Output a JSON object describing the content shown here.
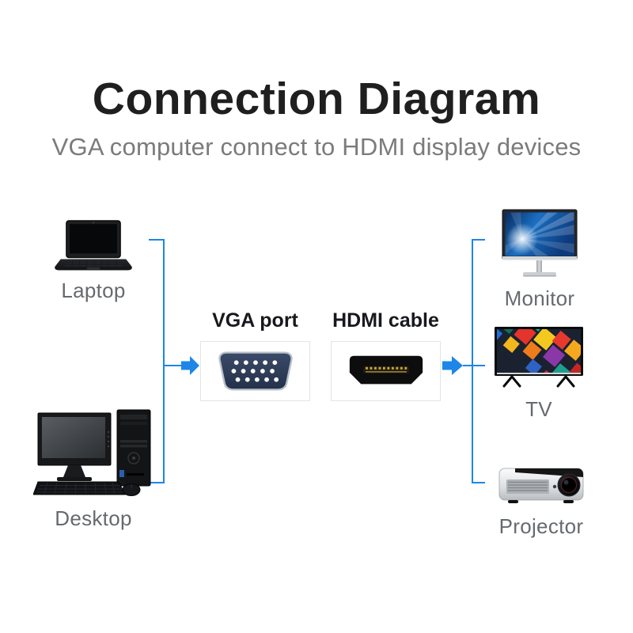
{
  "header": {
    "title": "Connection Diagram",
    "subtitle": "VGA computer connect to HDMI display devices"
  },
  "sources": [
    {
      "label": "Laptop",
      "icon": "laptop-icon"
    },
    {
      "label": "Desktop",
      "icon": "desktop-icon"
    }
  ],
  "connectors": [
    {
      "label": "VGA port",
      "icon": "vga-port-icon"
    },
    {
      "label": "HDMI cable",
      "icon": "hdmi-plug-icon"
    }
  ],
  "displays": [
    {
      "label": "Monitor",
      "icon": "monitor-icon"
    },
    {
      "label": "TV",
      "icon": "tv-icon"
    },
    {
      "label": "Projector",
      "icon": "projector-icon"
    }
  ],
  "colors": {
    "accent_blue": "#1d86e8",
    "title_text": "#1f1f1f",
    "subtitle_text": "#7b7b7b",
    "device_label_text": "#666a6e",
    "connector_box_border": "#e4e4e4",
    "vga_shell_navy": "#2e3c58",
    "hdmi_body_black": "#0d0d0d",
    "hdmi_pin_gold": "#c8a02a"
  }
}
